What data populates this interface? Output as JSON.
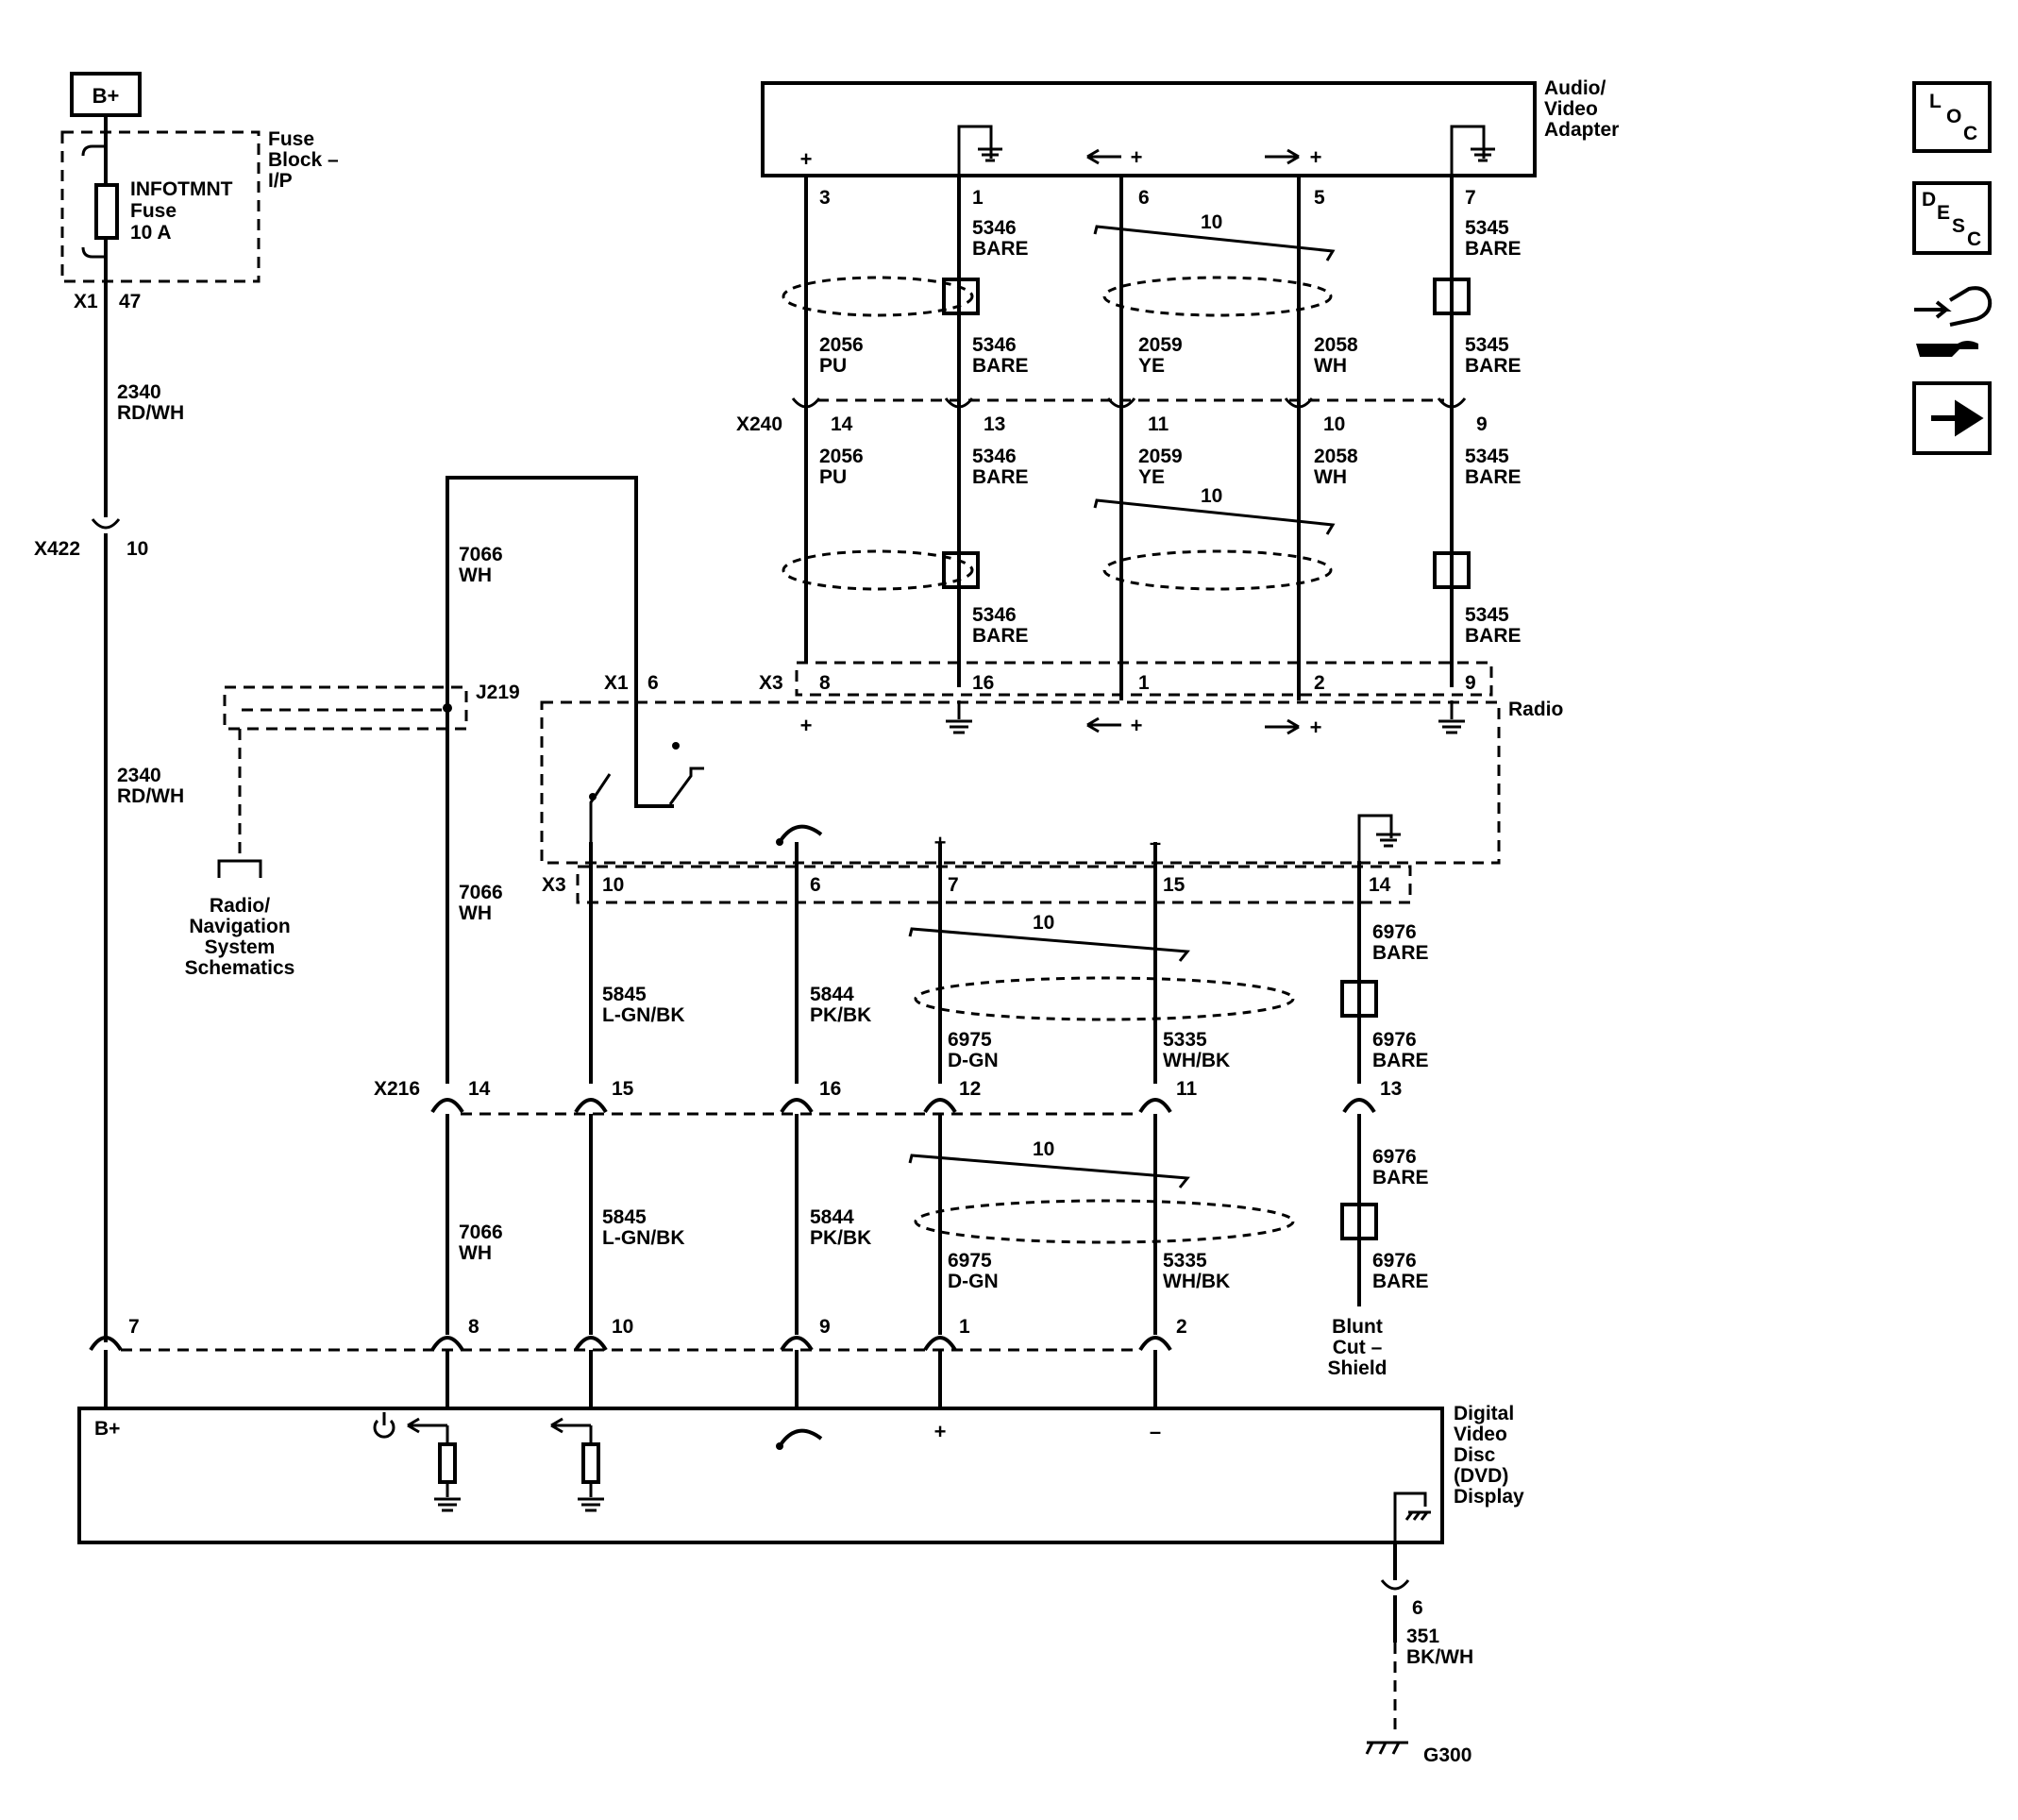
{
  "fuse_block": {
    "bplus": "B+",
    "title_1": "Fuse",
    "title_2": "Block –",
    "title_3": "I/P",
    "fuse_1": "INFOTMNT",
    "fuse_2": "Fuse",
    "fuse_3": "10 A",
    "conn": "X1",
    "pin": "47"
  },
  "feed": {
    "circuit": "2340",
    "color": "RD/WH",
    "x422": "X422",
    "x422_pin": "10",
    "circuit_2": "2340",
    "color_2": "RD/WH"
  },
  "av_adapter": {
    "title_1": "Audio/",
    "title_2": "Video",
    "title_3": "Adapter",
    "pins": [
      "3",
      "1",
      "6",
      "5",
      "7"
    ],
    "shield_left_1": "5346",
    "shield_left_2": "BARE",
    "shield_right_1": "5345",
    "shield_right_2": "BARE",
    "twist": "10"
  },
  "x240": {
    "label": "X240",
    "pins": [
      "14",
      "13",
      "11",
      "10",
      "9"
    ],
    "upper": [
      {
        "circuit": "2056",
        "color": "PU"
      },
      {
        "circuit": "5346",
        "color": "BARE"
      },
      {
        "circuit": "2059",
        "color": "YE"
      },
      {
        "circuit": "2058",
        "color": "WH"
      },
      {
        "circuit": "5345",
        "color": "BARE"
      }
    ],
    "lower": [
      {
        "circuit": "2056",
        "color": "PU"
      },
      {
        "circuit": "5346",
        "color": "BARE"
      },
      {
        "circuit": "2059",
        "color": "YE"
      },
      {
        "circuit": "2058",
        "color": "WH"
      },
      {
        "circuit": "5345",
        "color": "BARE"
      }
    ],
    "twist": "10",
    "shield_left_1": "5346",
    "shield_left_2": "BARE",
    "shield_right_1": "5345",
    "shield_right_2": "BARE"
  },
  "radio": {
    "title": "Radio",
    "x3_top": "X3",
    "x3_top_pins": [
      "8",
      "16",
      "1",
      "2",
      "9"
    ],
    "x1": "X1",
    "x1_pin": "6",
    "x3_bottom": "X3",
    "x3_bottom_pins": [
      "10",
      "6",
      "7",
      "15",
      "14"
    ],
    "plus": "+",
    "minus": "–"
  },
  "splice": {
    "label": "J219",
    "circuit": "7066",
    "color": "WH",
    "circuit_2": "7066",
    "color_2": "WH",
    "ref_1": "Radio/",
    "ref_2": "Navigation",
    "ref_3": "System",
    "ref_4": "Schematics"
  },
  "radio_out": {
    "twist": "10",
    "wires": [
      {
        "circuit": "5845",
        "color": "L-GN/BK"
      },
      {
        "circuit": "5844",
        "color": "PK/BK"
      },
      {
        "circuit": "6975",
        "color": "D-GN"
      },
      {
        "circuit": "5335",
        "color": "WH/BK"
      }
    ],
    "shield_top_1": "6976",
    "shield_top_2": "BARE",
    "shield_bot_1": "6976",
    "shield_bot_2": "BARE"
  },
  "x216": {
    "label": "X216",
    "pins": [
      "14",
      "15",
      "16",
      "12",
      "11",
      "13"
    ],
    "twist": "10",
    "wires": [
      {
        "circuit": "7066",
        "color": "WH"
      },
      {
        "circuit": "5845",
        "color": "L-GN/BK"
      },
      {
        "circuit": "5844",
        "color": "PK/BK"
      },
      {
        "circuit": "6975",
        "color": "D-GN"
      },
      {
        "circuit": "5335",
        "color": "WH/BK"
      }
    ],
    "shield_top_1": "6976",
    "shield_top_2": "BARE",
    "shield_bot_1": "6976",
    "shield_bot_2": "BARE",
    "blunt_1": "Blunt",
    "blunt_2": "Cut –",
    "blunt_3": "Shield"
  },
  "dvd": {
    "pins": [
      "7",
      "8",
      "10",
      "9",
      "1",
      "2"
    ],
    "title_1": "Digital",
    "title_2": "Video",
    "title_3": "Disc",
    "title_4": "(DVD)",
    "title_5": "Display",
    "bplus": "B+",
    "plus": "+",
    "minus": "–",
    "ground_pin": "6",
    "ground_circuit": "351",
    "ground_color": "BK/WH",
    "ground": "G300"
  },
  "nav": {
    "loc": [
      "L",
      "O",
      "C"
    ],
    "desc": [
      "D",
      "E",
      "S",
      "C"
    ]
  }
}
